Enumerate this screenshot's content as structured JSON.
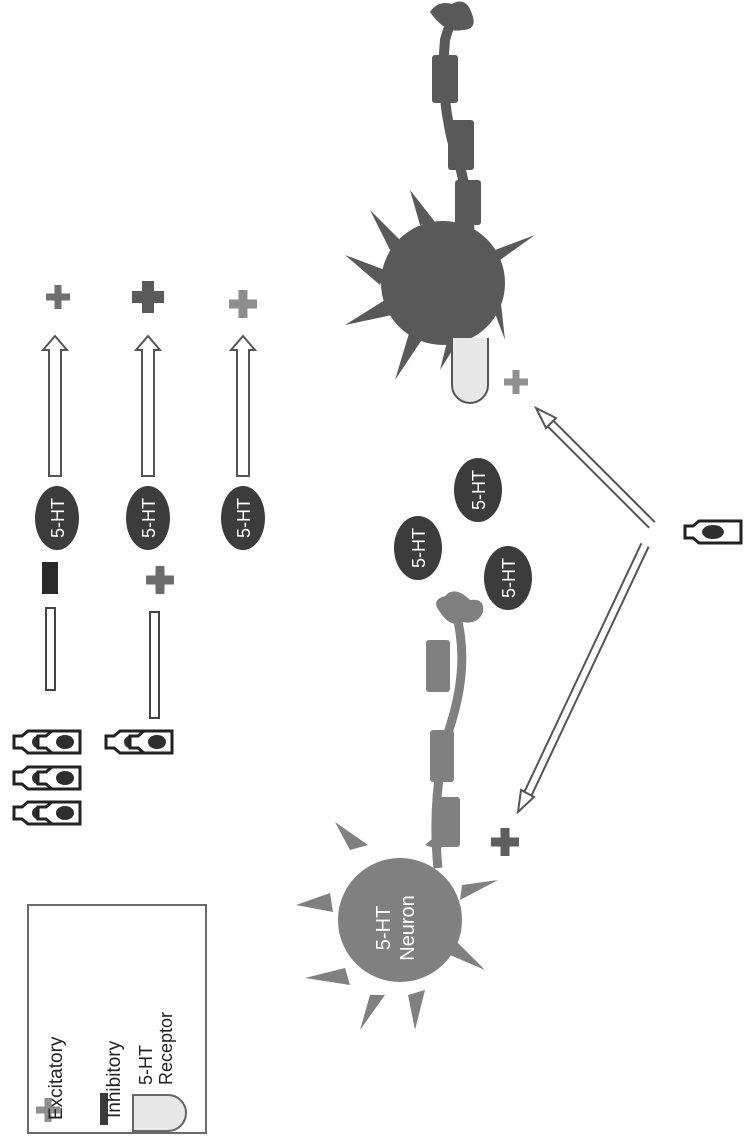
{
  "legend": {
    "excitatory": "Excitatory",
    "inhibitory": "Inhibitory",
    "receptor_line1": "5-HT",
    "receptor_line2": "Receptor"
  },
  "serotonin_label": "5-HT",
  "neuron_label_line1": "5-HT",
  "neuron_label_line2": "Neuron",
  "colors": {
    "dark_neuron": "#595959",
    "light_neuron": "#808080",
    "serotonin": "#3c3c3c",
    "plus": "#8a8a8a",
    "minus": "#333333",
    "background": "#ffffff"
  },
  "icons": [
    "plus-icon",
    "minus-icon",
    "bottle-icon",
    "arrow-icon",
    "receptor-icon"
  ]
}
